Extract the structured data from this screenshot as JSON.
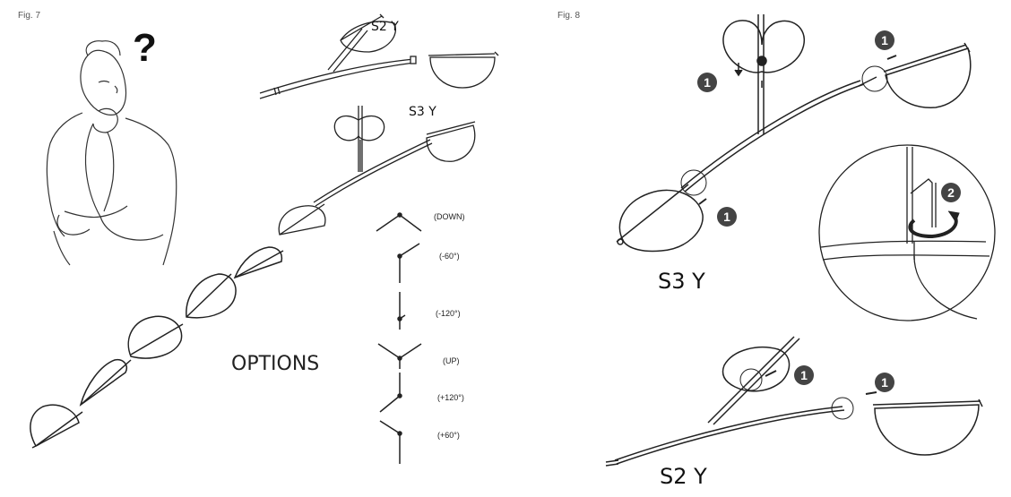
{
  "fig7": {
    "label": "Fig. 7",
    "question_mark": "?",
    "s2_label": "S2 Y",
    "s3_label": "S3 Y",
    "options_label": "OPTIONS",
    "angles": [
      "(DOWN)",
      "(-60°)",
      "(-120°)",
      "(UP)",
      "(+120°)",
      "(+60°)"
    ]
  },
  "fig8": {
    "label": "Fig. 8",
    "s3_label": "S3 Y",
    "s2_label": "S2 Y",
    "step_one": "1",
    "step_two": "2"
  }
}
